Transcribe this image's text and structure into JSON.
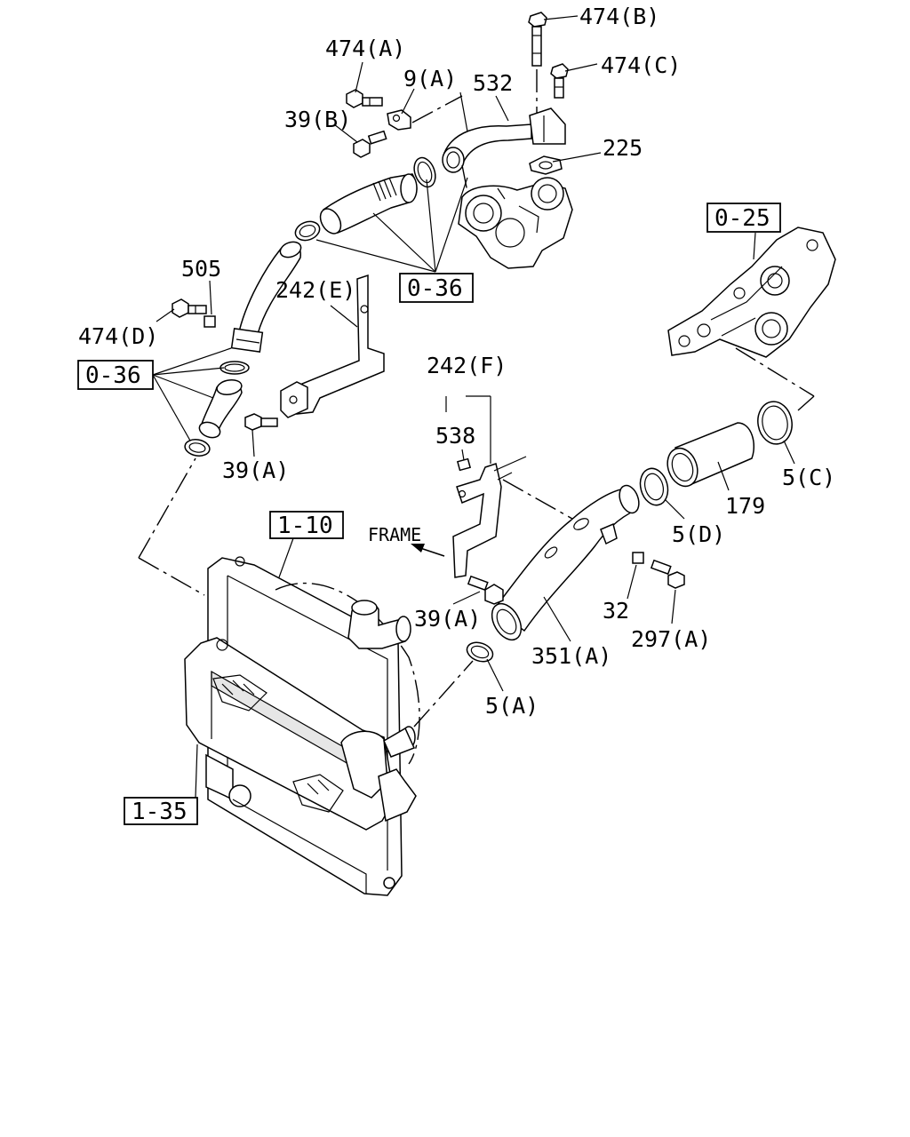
{
  "part_labels": {
    "p474B": "474(B)",
    "p474C": "474(C)",
    "p474A": "474(A)",
    "p9A": "9(A)",
    "p532": "532",
    "p39B": "39(B)",
    "p225": "225",
    "p505": "505",
    "p242E": "242(E)",
    "p474D": "474(D)",
    "p39A_left": "39(A)",
    "p242F": "242(F)",
    "p538": "538",
    "p5C": "5(C)",
    "p179": "179",
    "p5D": "5(D)",
    "p32": "32",
    "p297A": "297(A)",
    "p39A_mid": "39(A)",
    "p351A": "351(A)",
    "p5A": "5(A)"
  },
  "ref_boxes": {
    "r036_top": "0-36",
    "r025": "0-25",
    "r036_left": "0-36",
    "r110": "1-10",
    "r135": "1-35"
  },
  "direction_label": "FRAME"
}
